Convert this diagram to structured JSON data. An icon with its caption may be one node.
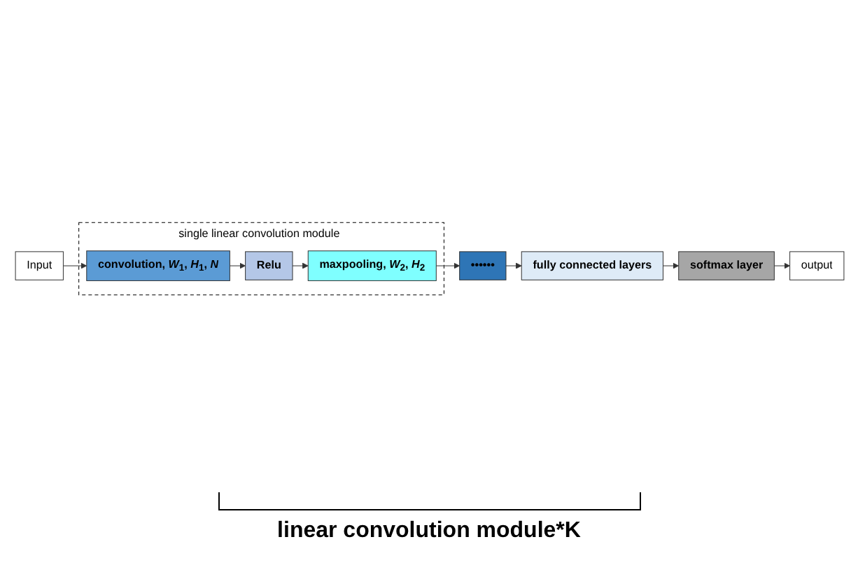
{
  "diagram": {
    "nodes": [
      {
        "text": [
          "Input"
        ]
      },
      {
        "text": [
          "single linear convolution module"
        ]
      },
      {
        "text": [
          "convolution, *W*$_{1}$, *H*$_{1}$, *N*"
        ],
        "in": 1
      },
      {
        "text": [
          "Relu"
        ],
        "in": 1
      },
      {
        "text": [
          "maxpooling, *W*$_{2}$, *H*$_{2}$"
        ],
        "in": 1
      },
      {
        "text": [
          "••••••"
        ]
      },
      {
        "text": [
          "fully connected layers"
        ]
      },
      {
        "text": [
          "softmax layer"
        ]
      },
      {
        "text": [
          "output"
        ]
      }
    ],
    "edges": [
      {
        "from": 0,
        "to": 2,
        "arrow": "to"
      },
      {
        "from": 2,
        "to": 3,
        "arrow": "to"
      },
      {
        "from": 3,
        "to": 4,
        "arrow": "to"
      },
      {
        "from": 4,
        "to": 5,
        "arrow": "to"
      },
      {
        "from": 5,
        "to": 6,
        "arrow": "to"
      },
      {
        "from": 6,
        "to": 7,
        "arrow": "to"
      },
      {
        "from": 7,
        "to": 8,
        "arrow": "to"
      }
    ],
    "labels": [
      "linear convolution module*K"
    ]
  }
}
